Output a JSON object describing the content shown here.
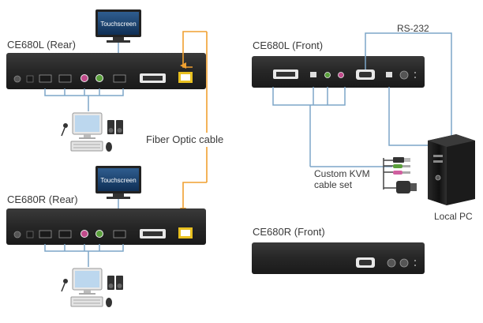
{
  "labels": {
    "ce680l_rear": "CE680L (Rear)",
    "ce680r_rear": "CE680R (Rear)",
    "ce680l_front": "CE680L (Front)",
    "ce680r_front": "CE680R (Front)",
    "fiber": "Fiber Optic cable",
    "rs232": "RS-232",
    "kvm_line1": "Custom KVM",
    "kvm_line2": "cable set",
    "local_pc": "Local PC",
    "touchscreen": "Touchscreen"
  },
  "colors": {
    "device": "#2b2b2b",
    "cable_blue": "#7da6c8",
    "fiber_orange": "#f0a030",
    "pc_dark": "#1f1f1f"
  },
  "icons": [
    "touchscreen-monitor-icon",
    "monitor-icon",
    "speaker-icon",
    "microphone-icon",
    "keyboard-icon",
    "mouse-icon",
    "pc-tower-icon",
    "usb-plug-icon",
    "audio-plug-icon",
    "vga-plug-icon"
  ]
}
